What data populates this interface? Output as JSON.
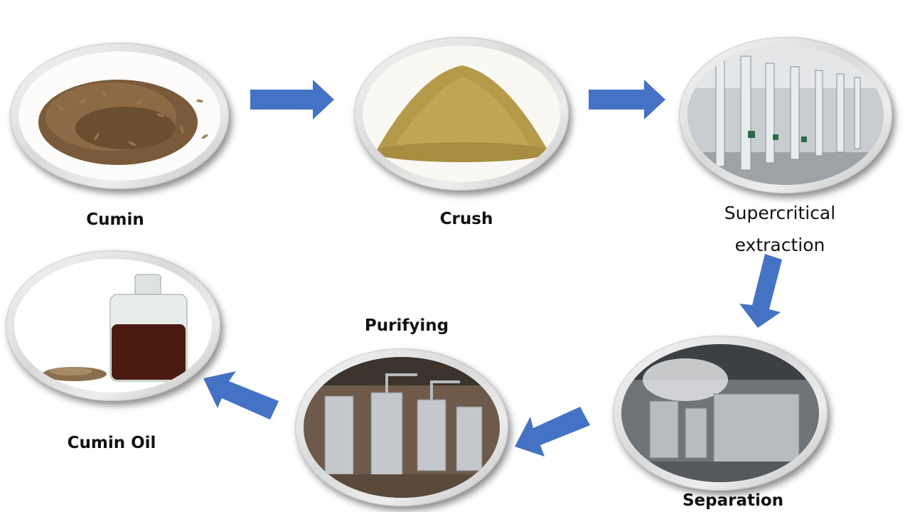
{
  "steps": {
    "cumin": "Cumin",
    "crush": "Crush",
    "extraction": "Supercritical extraction",
    "separation": "Separation",
    "purifying": "Purifying",
    "oil": "Cumin Oil"
  },
  "colors": {
    "arrow": "#4472c4"
  }
}
